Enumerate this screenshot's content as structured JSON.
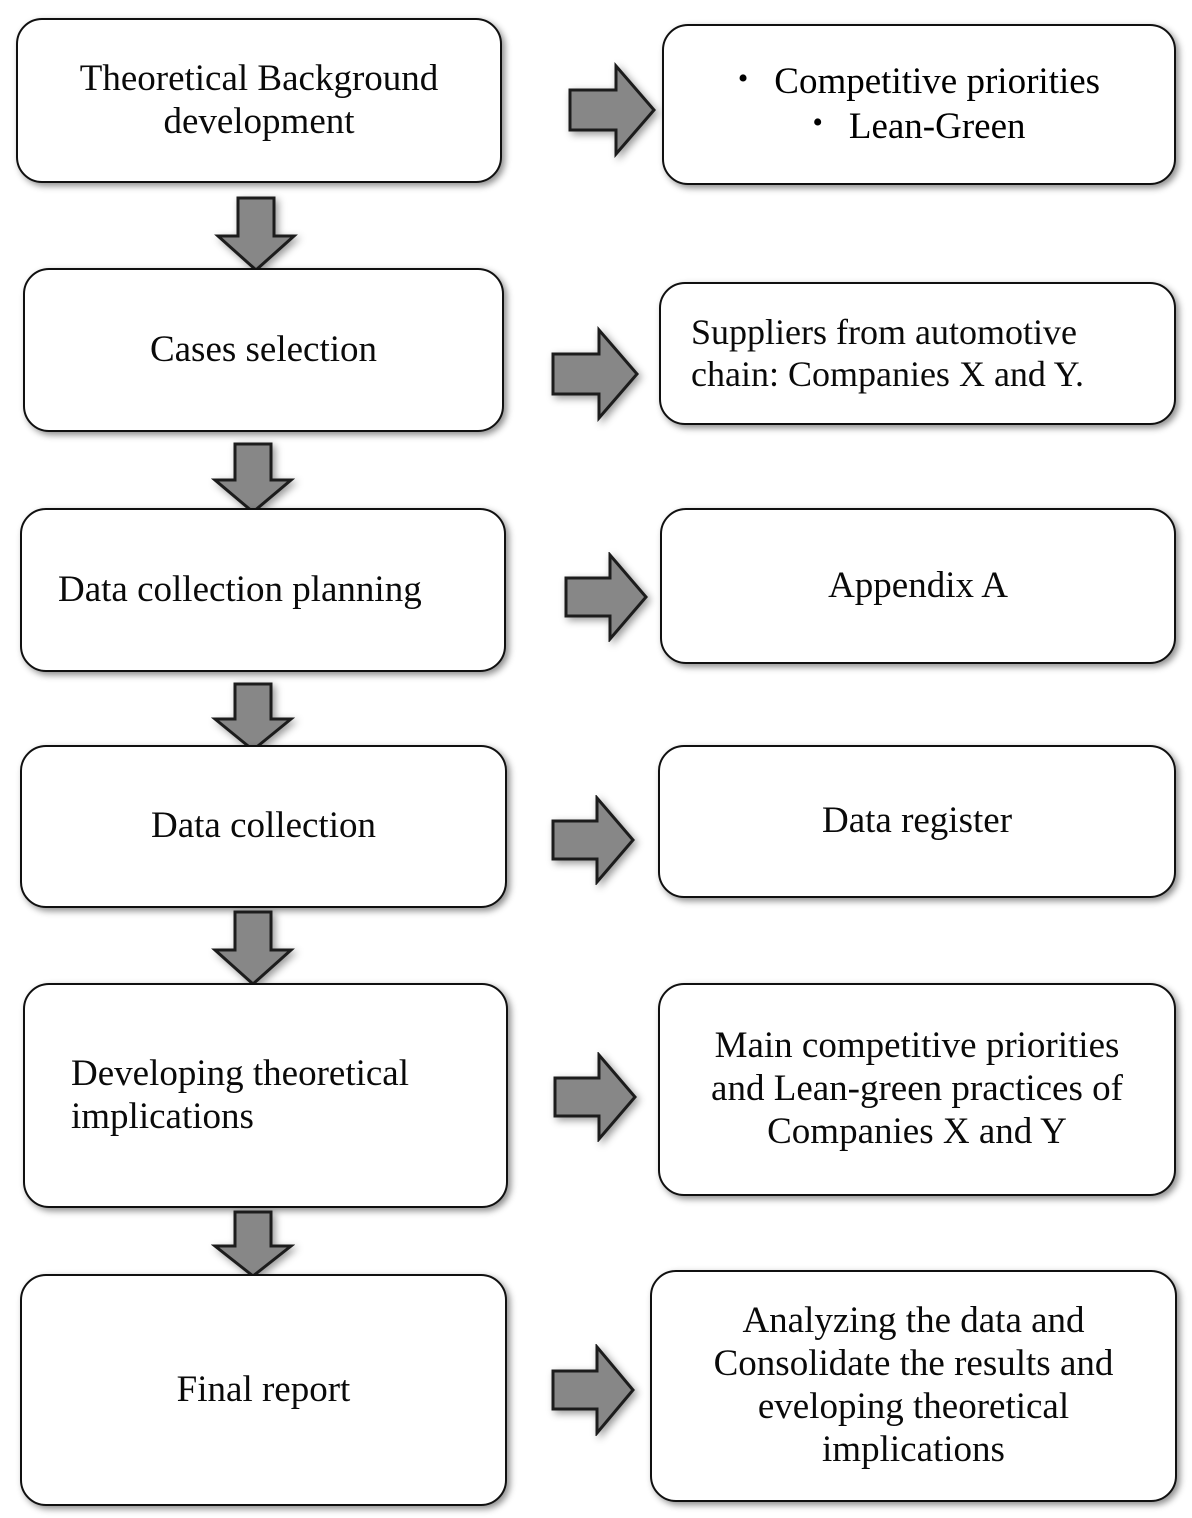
{
  "diagram": {
    "title": "Research method flowchart",
    "colors": {
      "box_border": "#101010",
      "box_fill": "#ffffff",
      "arrow_fill": "#878787",
      "arrow_stroke": "#1c1c1c",
      "text": "#0a0a0a"
    },
    "steps": [
      {
        "id": "step-1",
        "label": "Theoretical Background\ndevelopment",
        "align": "center",
        "output": {
          "id": "output-1",
          "type": "bullets",
          "items": [
            "Competitive priorities",
            "Lean-Green"
          ],
          "bullet_glyph": "•",
          "align": "center"
        },
        "right_arrow": "right-arrow-icon",
        "down_arrow": "down-arrow-icon"
      },
      {
        "id": "step-2",
        "label": "Cases selection",
        "align": "center",
        "output": {
          "id": "output-2",
          "type": "text",
          "label": "Suppliers from automotive\nchain: Companies X and Y.",
          "align": "left"
        },
        "right_arrow": "right-arrow-icon",
        "down_arrow": "down-arrow-icon"
      },
      {
        "id": "step-3",
        "label": "Data collection planning",
        "align": "left",
        "output": {
          "id": "output-3",
          "type": "text",
          "label": "Appendix A",
          "align": "center"
        },
        "right_arrow": "right-arrow-icon",
        "down_arrow": "down-arrow-icon"
      },
      {
        "id": "step-4",
        "label": "Data collection",
        "align": "center",
        "output": {
          "id": "output-4",
          "type": "text",
          "label": "Data register",
          "align": "center"
        },
        "right_arrow": "right-arrow-icon",
        "down_arrow": "down-arrow-icon"
      },
      {
        "id": "step-5",
        "label": "Developing theoretical\nimplications",
        "align": "left",
        "output": {
          "id": "output-5",
          "type": "text",
          "label": "Main competitive priorities\nand Lean-green practices of\nCompanies X and Y",
          "align": "center"
        },
        "right_arrow": "right-arrow-icon",
        "down_arrow": "down-arrow-icon"
      },
      {
        "id": "step-6",
        "label": "Final report",
        "align": "center",
        "output": {
          "id": "output-6",
          "type": "text",
          "label": "Analyzing the data and\nConsolidate the results and\neveloping theoretical\nimplications",
          "align": "center"
        },
        "right_arrow": "right-arrow-icon",
        "down_arrow": null
      }
    ]
  }
}
